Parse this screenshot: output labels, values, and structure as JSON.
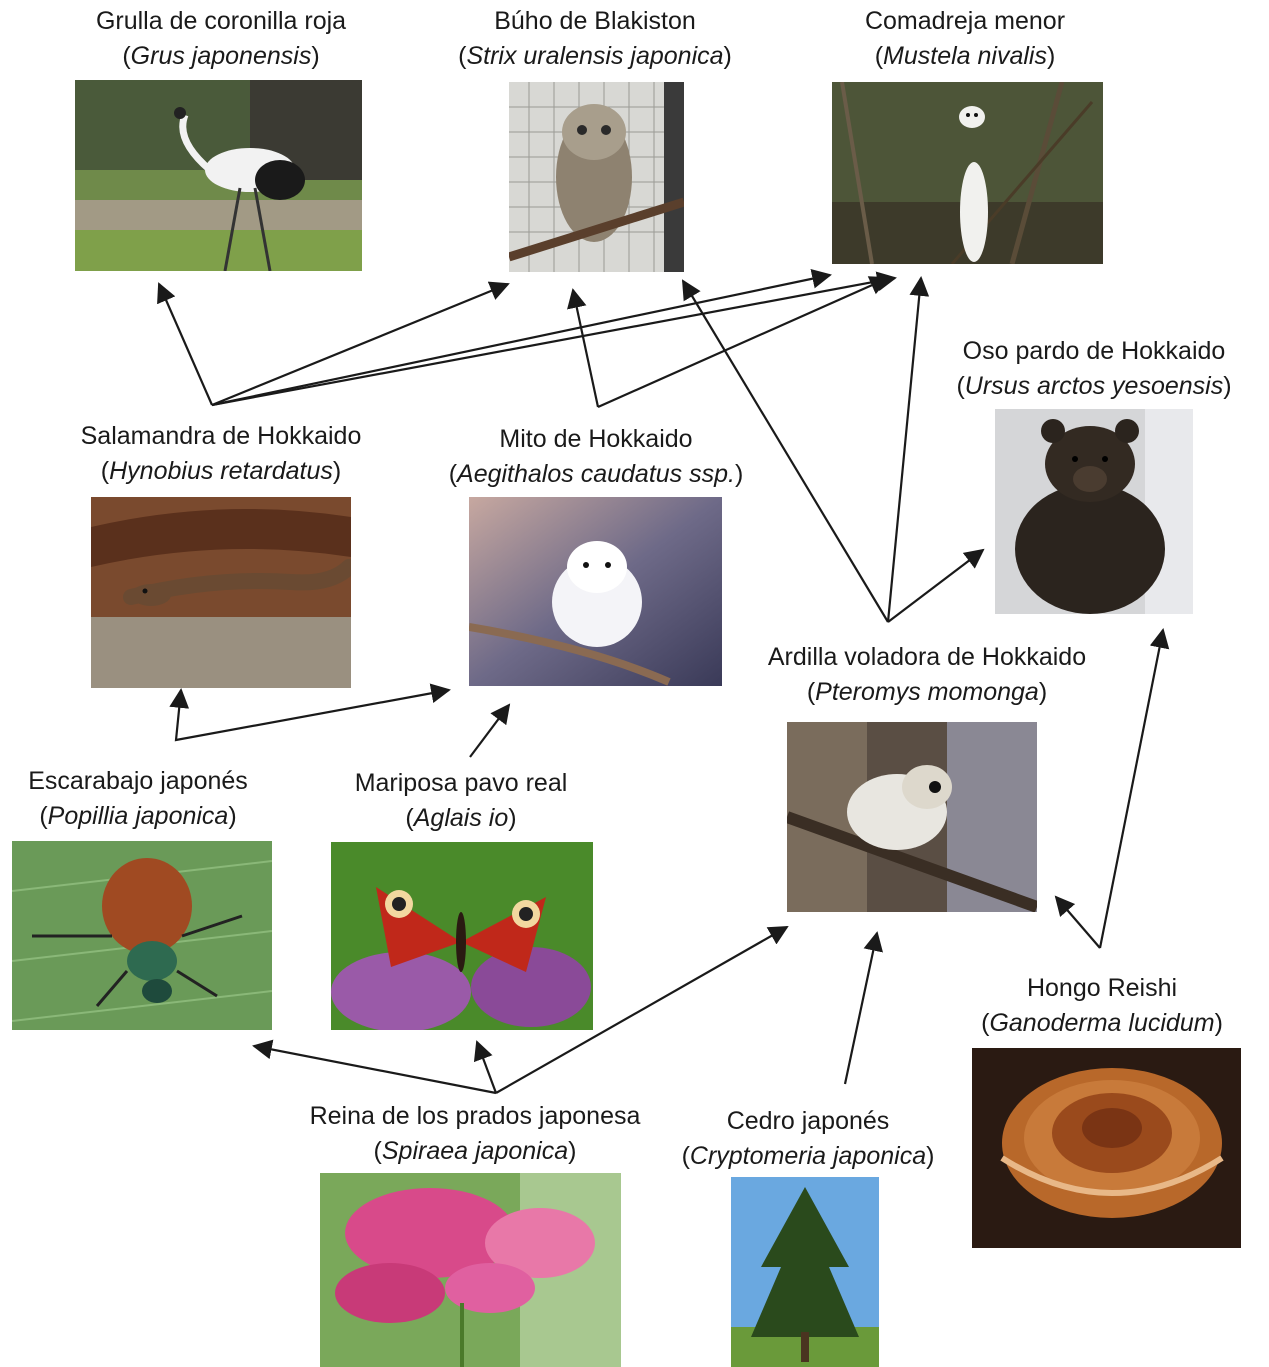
{
  "species": {
    "crane": {
      "common": "Grulla de coronilla roja",
      "latin": "Grus japonensis"
    },
    "owl": {
      "common": "Búho de Blakiston",
      "latin": "Strix uralensis japonica"
    },
    "weasel": {
      "common": "Comadreja menor",
      "latin": "Mustela nivalis"
    },
    "bear": {
      "common": "Oso pardo de Hokkaido",
      "latin": "Ursus arctos yesoensis"
    },
    "salamander": {
      "common": "Salamandra de Hokkaido",
      "latin": "Hynobius retardatus"
    },
    "tit": {
      "common": "Mito de Hokkaido",
      "latin": "Aegithalos caudatus ssp."
    },
    "squirrel": {
      "common": "Ardilla voladora de Hokkaido",
      "latin": "Pteromys momonga"
    },
    "beetle": {
      "common": "Escarabajo japonés",
      "latin": "Popillia japonica"
    },
    "butterfly": {
      "common": "Mariposa pavo real",
      "latin": "Aglais io"
    },
    "reishi": {
      "common": "Hongo Reishi",
      "latin": "Ganoderma lucidum"
    },
    "spiraea": {
      "common": "Reina de los prados japonesa",
      "latin": "Spiraea japonica"
    },
    "cedar": {
      "common": "Cedro japonés",
      "latin": "Cryptomeria japonica"
    }
  },
  "edges": [
    [
      "salamander",
      "crane"
    ],
    [
      "salamander",
      "owl"
    ],
    [
      "salamander",
      "weasel"
    ],
    [
      "salamander",
      "weasel"
    ],
    [
      "tit",
      "owl"
    ],
    [
      "tit",
      "weasel"
    ],
    [
      "squirrel",
      "owl"
    ],
    [
      "squirrel",
      "weasel"
    ],
    [
      "squirrel",
      "bear"
    ],
    [
      "beetle",
      "salamander"
    ],
    [
      "beetle",
      "tit"
    ],
    [
      "butterfly",
      "tit"
    ],
    [
      "spiraea",
      "beetle"
    ],
    [
      "spiraea",
      "butterfly"
    ],
    [
      "spiraea",
      "squirrel"
    ],
    [
      "cedar",
      "squirrel"
    ],
    [
      "reishi",
      "squirrel"
    ],
    [
      "reishi",
      "bear"
    ]
  ],
  "colors": {
    "arrow": "#1a1a1a",
    "text": "#1a1a1a"
  }
}
